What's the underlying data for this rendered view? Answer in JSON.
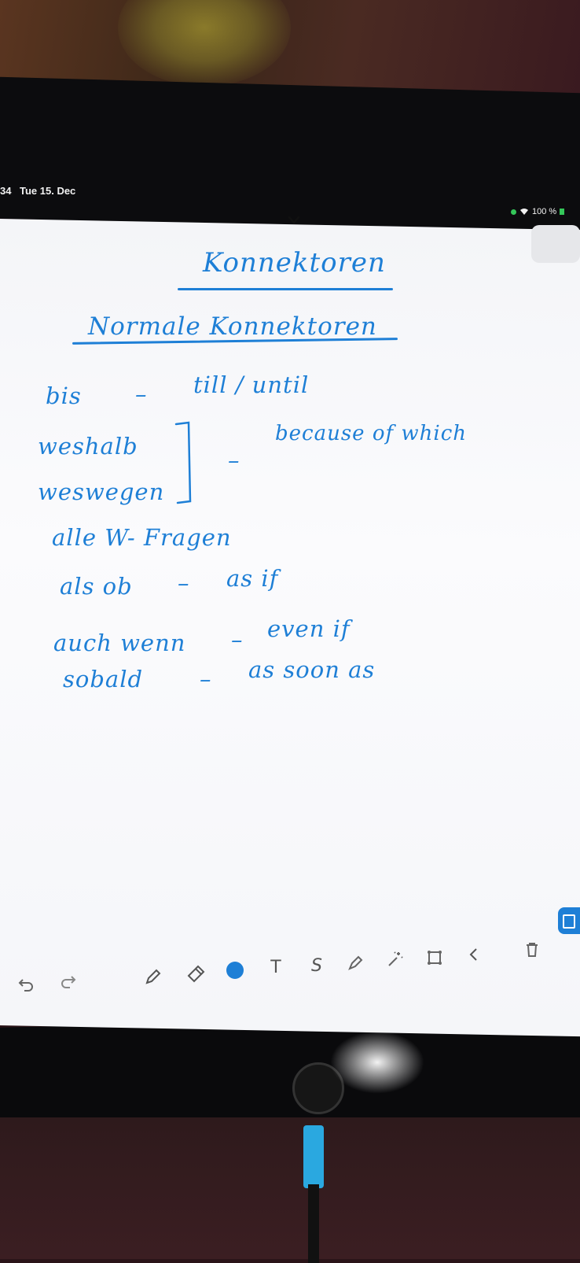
{
  "status_bar": {
    "time": "34",
    "date": "Tue 15. Dec",
    "battery": "100 %"
  },
  "note": {
    "title": "Konnektoren",
    "subtitle": "Normale Konnektoren",
    "entries": [
      {
        "german": "bis",
        "dash": "–",
        "translation": "till / until"
      },
      {
        "german": "weshalb",
        "dash": "–",
        "translation": "because of which"
      },
      {
        "german": "weswegen",
        "dash": "",
        "translation": ""
      },
      {
        "german": "alle W- Fragen",
        "dash": "",
        "translation": ""
      },
      {
        "german": "als ob",
        "dash": "–",
        "translation": "as if"
      },
      {
        "german": "auch wenn",
        "dash": "–",
        "translation": "even if"
      },
      {
        "german": "sobald",
        "dash": "–",
        "translation": "as soon as"
      }
    ]
  },
  "toolbar": {
    "items": [
      {
        "icon": "undo-icon"
      },
      {
        "icon": "redo-icon"
      },
      {
        "icon": "pen-icon"
      },
      {
        "icon": "eraser-icon"
      },
      {
        "icon": "color-dot-icon",
        "color": "#1e7fd6"
      },
      {
        "icon": "text-tool-icon",
        "label": "T"
      },
      {
        "icon": "lasso-icon",
        "label": "S"
      },
      {
        "icon": "highlighter-icon"
      },
      {
        "icon": "magic-wand-icon"
      },
      {
        "icon": "shapes-icon"
      },
      {
        "icon": "collapse-icon"
      },
      {
        "icon": "trash-icon"
      }
    ]
  },
  "colors": {
    "ink": "#1e7fd6",
    "screen": "#f7f8fa"
  }
}
